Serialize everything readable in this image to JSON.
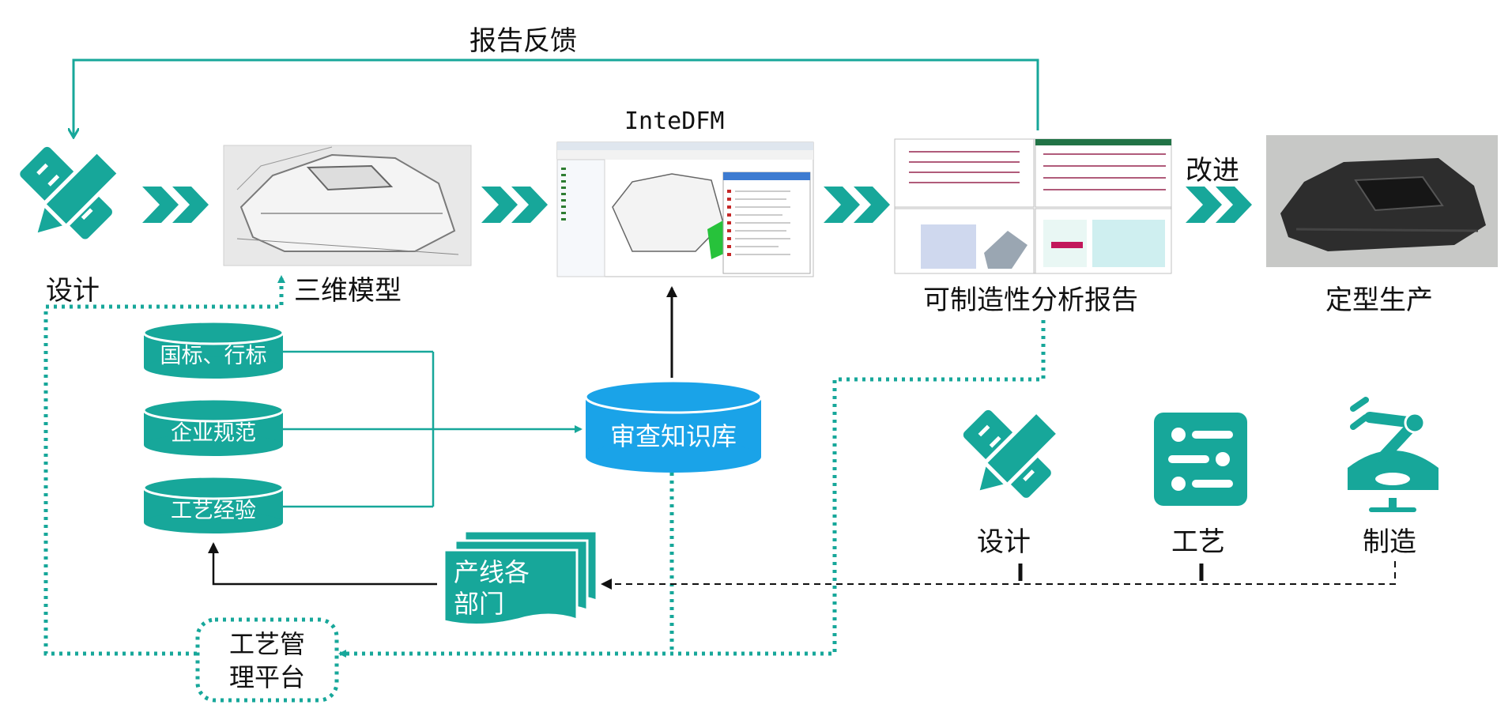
{
  "labels": {
    "feedback": "报告反馈",
    "design": "设计",
    "model3d": "三维模型",
    "intedfm": "InteDFM",
    "report": "可制造性分析报告",
    "improve": "改进",
    "production": "定型生产",
    "standards": "国标、行标",
    "enterprise_spec": "企业规范",
    "process_exp": "工艺经验",
    "knowledge_base": "审查知识库",
    "departments_line1": "产线各",
    "departments_line2": "部门",
    "platform_line1": "工艺管",
    "platform_line2": "理平台",
    "role_design": "设计",
    "role_process": "工艺",
    "role_manufacture": "制造"
  },
  "icons": {
    "design": "pencil-ruler-icon",
    "process": "sliders-icon",
    "manufacture": "robot-arm-icon"
  },
  "colors": {
    "teal": "#17a79a",
    "blue": "#1aa3e8",
    "dark_arrow": "#111111"
  }
}
